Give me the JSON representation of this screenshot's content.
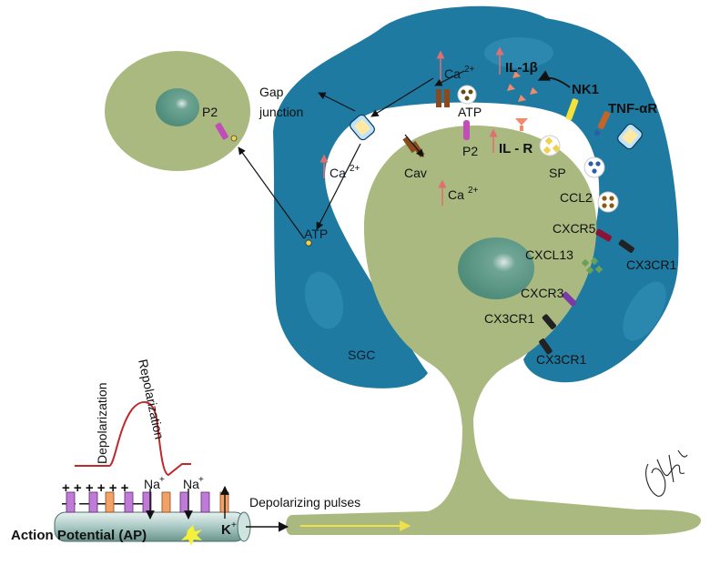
{
  "colors": {
    "sgc_blue": "#1e7aa1",
    "sgc_blue_dark": "#10597a",
    "neuron_green": "#a9b97f",
    "neuron_green_light": "#bfcb95",
    "nucleus": "#5f9a86",
    "ion_purple": "#c07ad8",
    "ion_orange": "#f3a266",
    "ap_curve": "#c0282b",
    "pulse_arrow": "#f0e14a",
    "up_arrow": "#e07070"
  },
  "labels": {
    "gap_junction": [
      "Gap",
      "junction"
    ],
    "p2_cell": "P2",
    "p2_neuron": "P2",
    "ca_left": "Ca",
    "ca_top": "Ca",
    "ca_soma": "Ca",
    "ca_sup": "2+",
    "atp_left": "ATP",
    "atp_top": "ATP",
    "cav": "Cav",
    "il1b": "IL-1β",
    "il_r": "IL -  R",
    "nk1": "NK1",
    "tnfar": "TNF-αR",
    "sp": "SP",
    "ccl2": "CCL2",
    "cxcr5": "CXCR5",
    "cxcl13": "CXCL13",
    "cx3cr1_right": "CX3CR1",
    "cxcr3": "CXCR3",
    "cx3cr1_mid": "CX3CR1",
    "cx3cr1_bottom": "CX3CR1",
    "sgc": "SGC",
    "depolarization": "Depolarization",
    "repolarization": "Repolarization",
    "na_left": "Na",
    "na_right": "Na",
    "k": "K",
    "plus_sup": "+",
    "plus_row": "+ + + + + +",
    "minus_row": "— — — — —",
    "action_potential": "Action Potential (AP)",
    "depolarizing_pulses": "Depolarizing pulses"
  },
  "icons": {
    "signature": "signature-icon",
    "spark": "spark-icon"
  }
}
